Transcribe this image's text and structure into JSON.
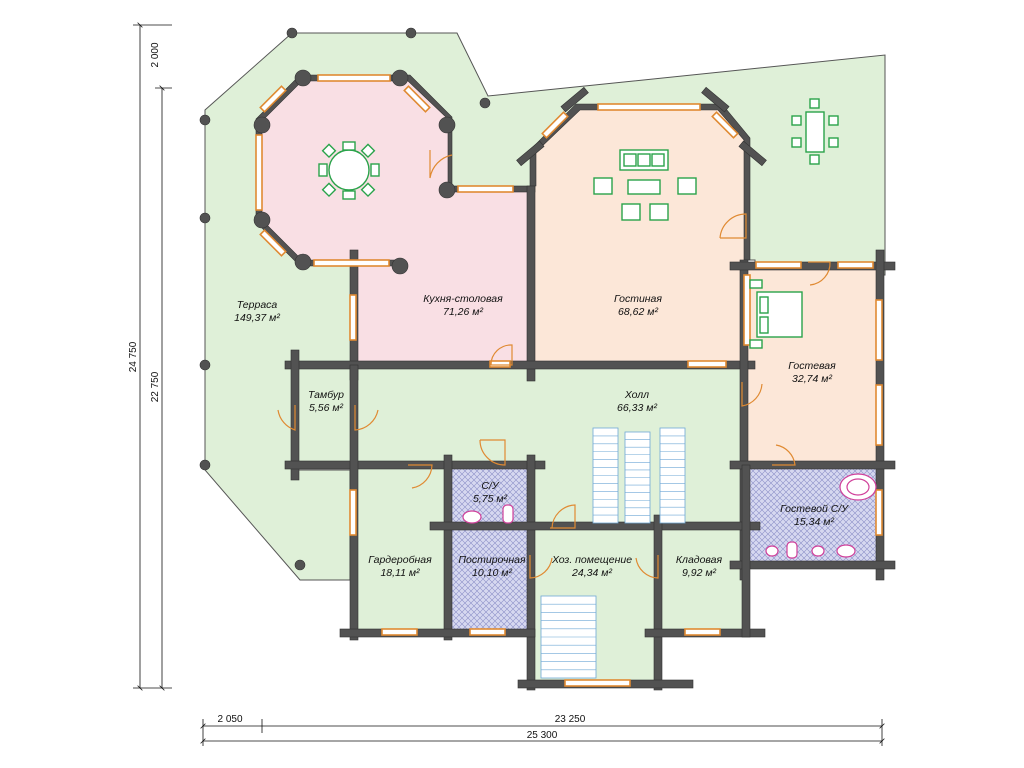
{
  "rooms": [
    {
      "id": "terrace",
      "name": "Терраса",
      "area": "149,37 м²",
      "color": "#dff0d8"
    },
    {
      "id": "kitchen",
      "name": "Кухня-столовая",
      "area": "71,26 м²",
      "color": "#f9dfe4"
    },
    {
      "id": "living",
      "name": "Гостиная",
      "area": "68,62 м²",
      "color": "#fce7d8"
    },
    {
      "id": "guest",
      "name": "Гостевая",
      "area": "32,74 м²",
      "color": "#fce7d8"
    },
    {
      "id": "vestibule",
      "name": "Тамбур",
      "area": "5,56 м²",
      "color": "#dff0d8"
    },
    {
      "id": "hall",
      "name": "Холл",
      "area": "66,33 м²",
      "color": "#dff0d8"
    },
    {
      "id": "wc",
      "name": "С/У",
      "area": "5,75 м²",
      "color": "#d6d8f0"
    },
    {
      "id": "guest_wc",
      "name": "Гостевой С/У",
      "area": "15,34 м²",
      "color": "#d6d8f0"
    },
    {
      "id": "wardrobe",
      "name": "Гардеробная",
      "area": "18,11 м²",
      "color": "#dff0d8"
    },
    {
      "id": "laundry",
      "name": "Постирочная",
      "area": "10,10 м²",
      "color": "#d6d8f0"
    },
    {
      "id": "utility",
      "name": "Хоз. помещение",
      "area": "24,34 м²",
      "color": "#dff0d8"
    },
    {
      "id": "pantry",
      "name": "Кладовая",
      "area": "9,92 м²",
      "color": "#dff0d8"
    }
  ],
  "dimensions": {
    "vertical_total": "24 750",
    "vertical_main": "22 750",
    "vertical_top": "2 000",
    "horizontal_left": "2 050",
    "horizontal_main": "23 250",
    "horizontal_total": "25 300"
  },
  "colors": {
    "wall": "#525252",
    "window": "#e08a32",
    "furniture": "#2aa34a",
    "fixture": "#d0409a",
    "stairs": "#6fa8d6"
  }
}
